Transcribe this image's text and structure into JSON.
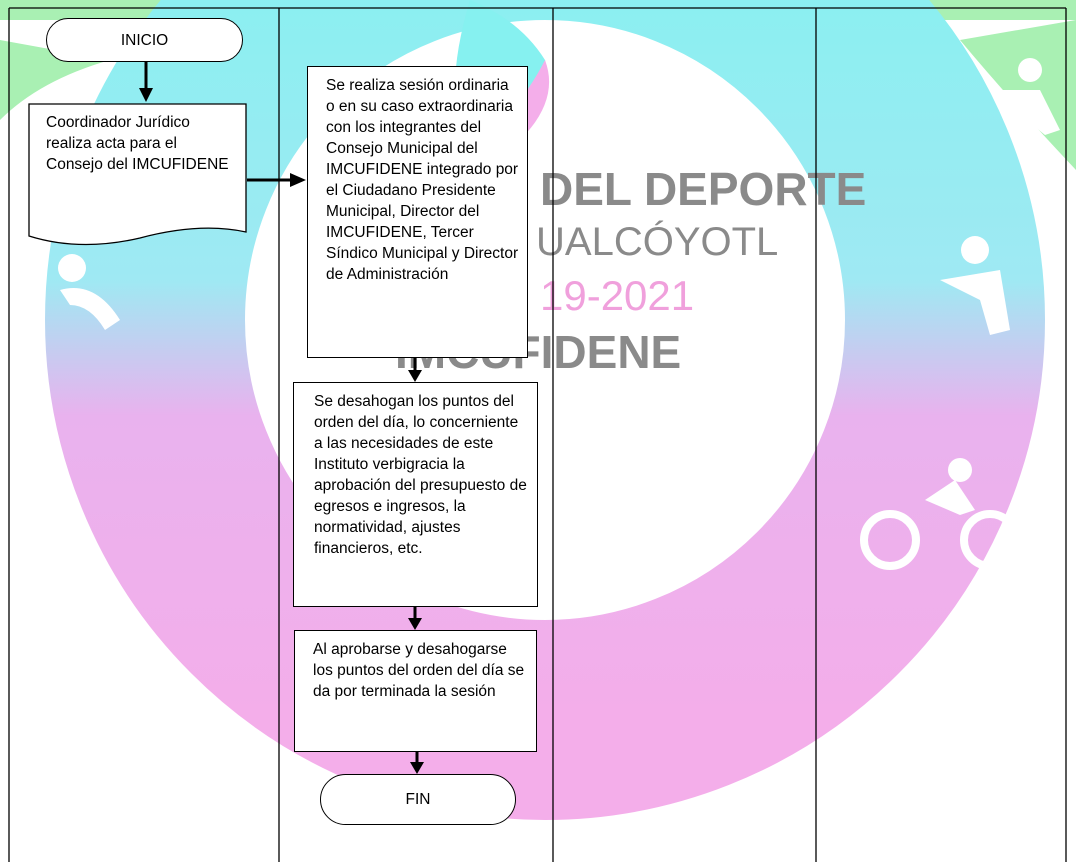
{
  "watermark": {
    "line1": "DEL DEPORTE",
    "line2": "UALCÓYOTL",
    "line3": "19-2021",
    "line4": "IMCUFIDENE",
    "colors": {
      "cyan": "#86f1f0",
      "pink": "#f4aeea",
      "yellow": "#fff48a",
      "green": "#a9f0b3",
      "text": "#8a8a8a"
    }
  },
  "flowchart": {
    "start_label": "INICIO",
    "end_label": "FIN",
    "step1": "Coordinador Jurídico realiza  acta para el Consejo del IMCUFIDENE",
    "step2": "Se realiza sesión ordinaria o en su caso extraordinaria con los integrantes del Consejo Municipal del IMCUFIDENE integrado por el Ciudadano Presidente Municipal, Director del IMCUFIDENE, Tercer Síndico Municipal y Director de Administración",
    "step3": "Se desahogan los puntos del orden del día, lo concerniente a las necesidades de este Instituto verbigracia  la aprobación del presupuesto de egresos e ingresos,  la normatividad, ajustes financieros, etc.",
    "step4": "Al aprobarse y desahogarse los puntos del orden del día se da por terminada la sesión"
  }
}
